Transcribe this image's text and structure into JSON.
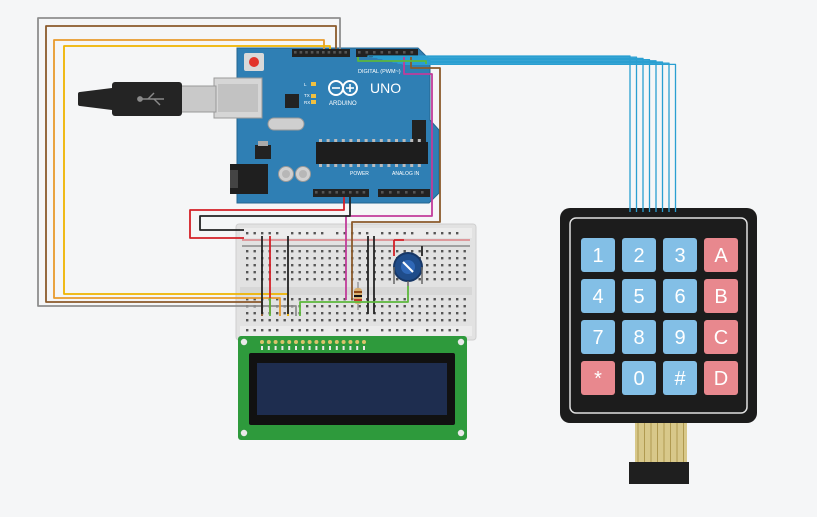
{
  "arduino": {
    "model_label": "UNO",
    "brand_label": "ARDUINO",
    "digital_label": "DIGITAL (PWM~)",
    "power_label": "POWER",
    "analog_label": "ANALOG IN",
    "tx_label": "TX",
    "rx_label": "RX",
    "l_label": "L",
    "board_color": "#2f7fb4"
  },
  "keypad": {
    "keys": [
      "1",
      "2",
      "3",
      "A",
      "4",
      "5",
      "6",
      "B",
      "7",
      "8",
      "9",
      "C",
      "*",
      "0",
      "#",
      "D"
    ],
    "number_key_color": "#83bfe6",
    "letter_key_color": "#e8888e"
  },
  "lcd": {
    "pcb_color": "#2e9a3c",
    "screen_color": "#1e2d4f"
  },
  "wire_colors": {
    "brown": "#8b5a2b",
    "yellow": "#f0b400",
    "orange": "#e89a2c",
    "gray": "#8e8e8e",
    "red": "#d41f26",
    "black": "#222222",
    "green": "#5cb83c",
    "magenta": "#c13c9a",
    "cyan": "#2a9fd1"
  }
}
